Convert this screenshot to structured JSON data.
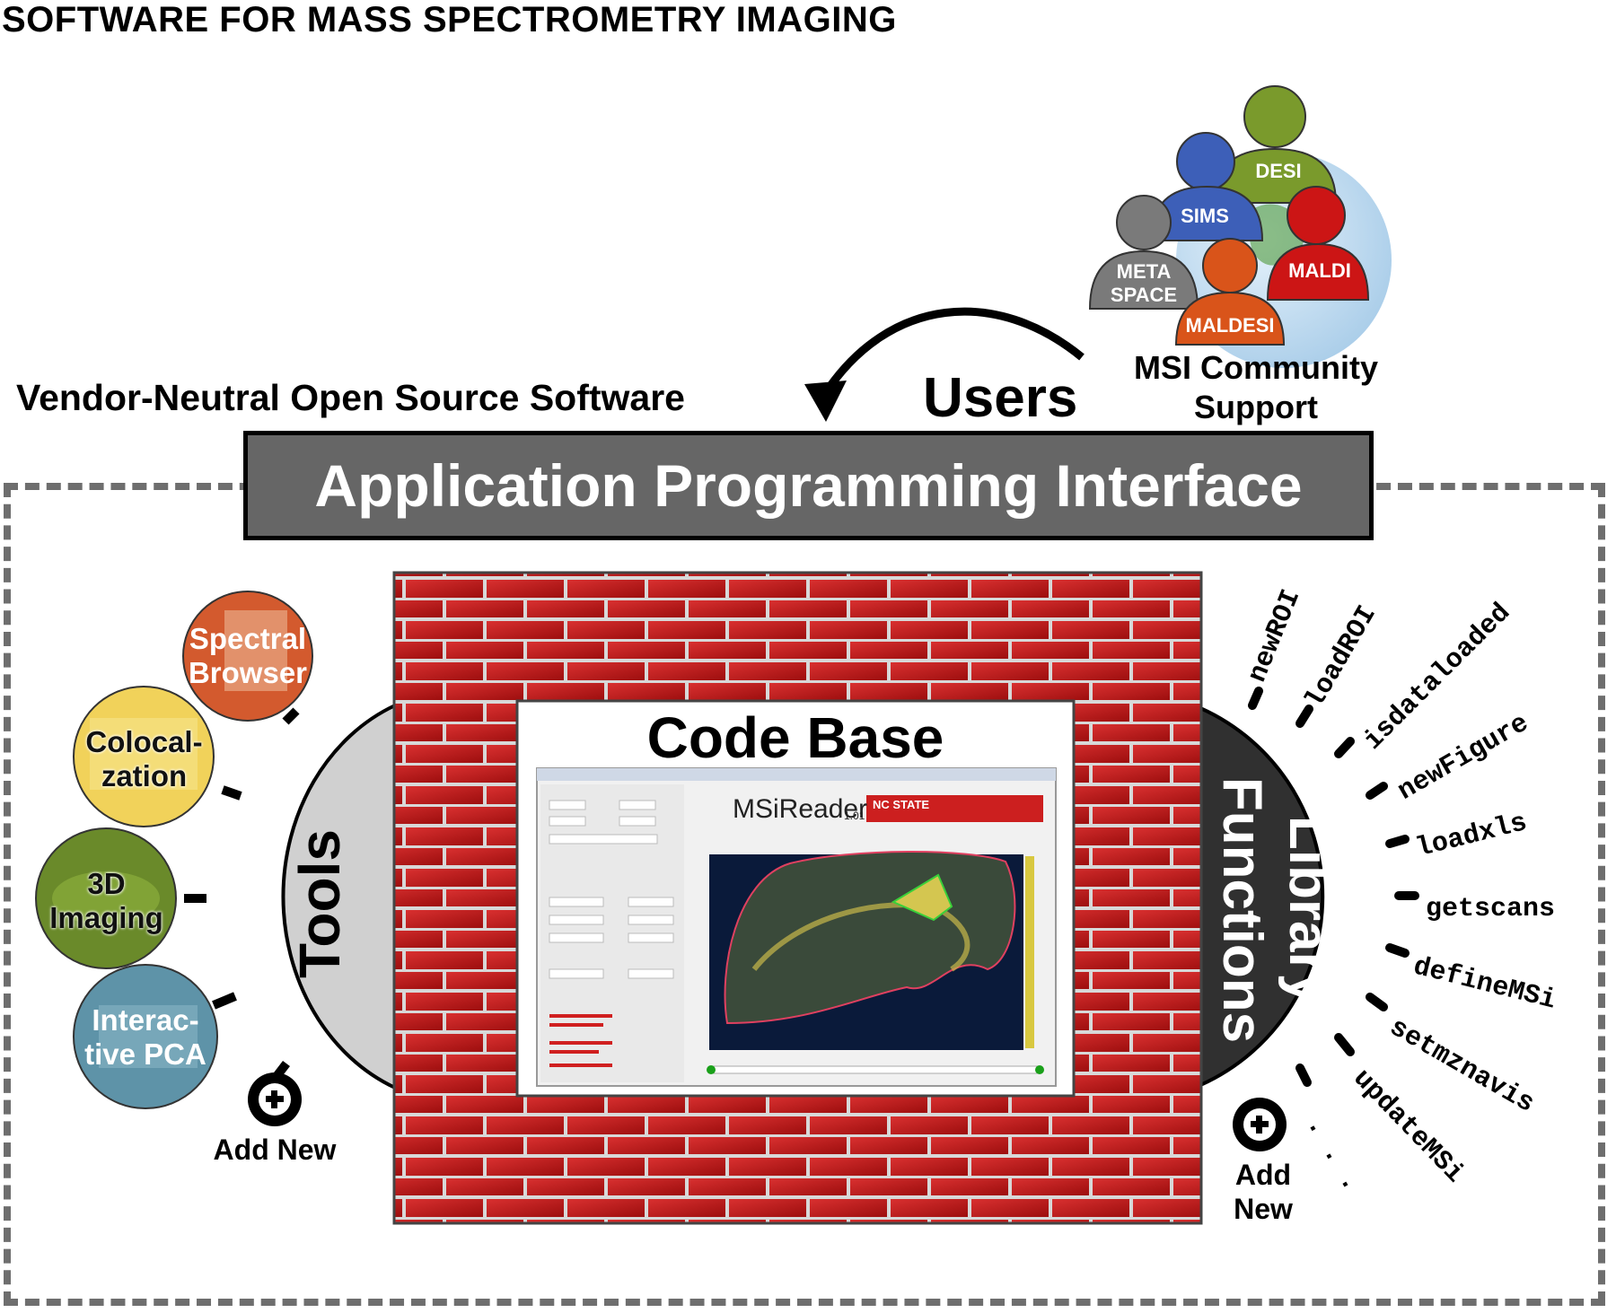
{
  "header": {
    "title": "SOFTWARE FOR MASS SPECTROMETRY IMAGING"
  },
  "subtitle": "Vendor-Neutral Open Source Software",
  "users_label": "Users",
  "community": {
    "label": "MSI Community Support",
    "groups": [
      "DESI",
      "SIMS",
      "MALDI",
      "META SPACE",
      "MALDESI"
    ]
  },
  "api_label": "Application Programming Interface",
  "code_base": {
    "title": "Code Base",
    "screenshot": {
      "app_name": "MSiReader",
      "version": "1.01",
      "brand": "NC STATE"
    }
  },
  "tools": {
    "label": "Tools",
    "items": [
      "Spectral Browser",
      "Colocal- zation",
      "3D Imaging",
      "Interac- tive PCA"
    ],
    "add_new": "Add New"
  },
  "library": {
    "label_line1": "Library",
    "label_line2": "Functions",
    "functions": [
      "newROI",
      "loadROI",
      "isdataloaded",
      "newFigure",
      "loadxls",
      "getscans",
      "defineMSi",
      "setmznavis",
      "updateMSi"
    ],
    "ellipsis": ". . .",
    "add_new": "Add New"
  },
  "colors": {
    "brick": "#c41c1c",
    "mortar": "#d8d8d8",
    "api_bg": "#666666",
    "tools_bg": "#d0d0d0",
    "library_bg": "#303030"
  }
}
